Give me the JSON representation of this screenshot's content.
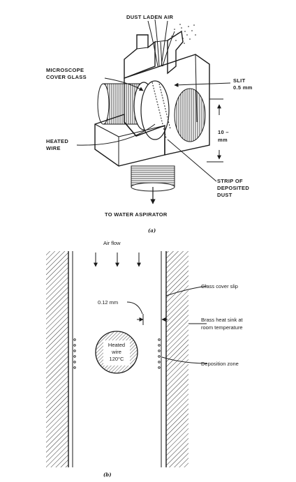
{
  "panel_a": {
    "labels": {
      "dust_laden_air": "DUST LADEN AIR",
      "microscope_cover_glass_1": "MICROSCOPE",
      "microscope_cover_glass_2": "COVER GLASS",
      "slit_1": "SLIT",
      "slit_2": "0.5 mm",
      "dim_1": "10 –",
      "dim_2": "mm",
      "heated_wire_1": "HEATED",
      "heated_wire_2": "WIRE",
      "strip_1": "STRIP OF",
      "strip_2": "DEPOSITED",
      "strip_3": "DUST",
      "to_water_aspirator": "TO WATER ASPIRATOR"
    },
    "caption": "(a)"
  },
  "panel_b": {
    "labels": {
      "air_flow": "Air flow",
      "gap": "0.12 mm",
      "wire_1": "Heated",
      "wire_2": "wire",
      "wire_3": "120°C",
      "glass_cover_slip": "Glass cover slip",
      "brass_1": "Brass heat sink at",
      "brass_2": "room temperature",
      "deposition_zone": "Deposition zone"
    },
    "caption": "(b)"
  },
  "colors": {
    "ink": "#1a1a1a",
    "paper": "#ffffff"
  }
}
